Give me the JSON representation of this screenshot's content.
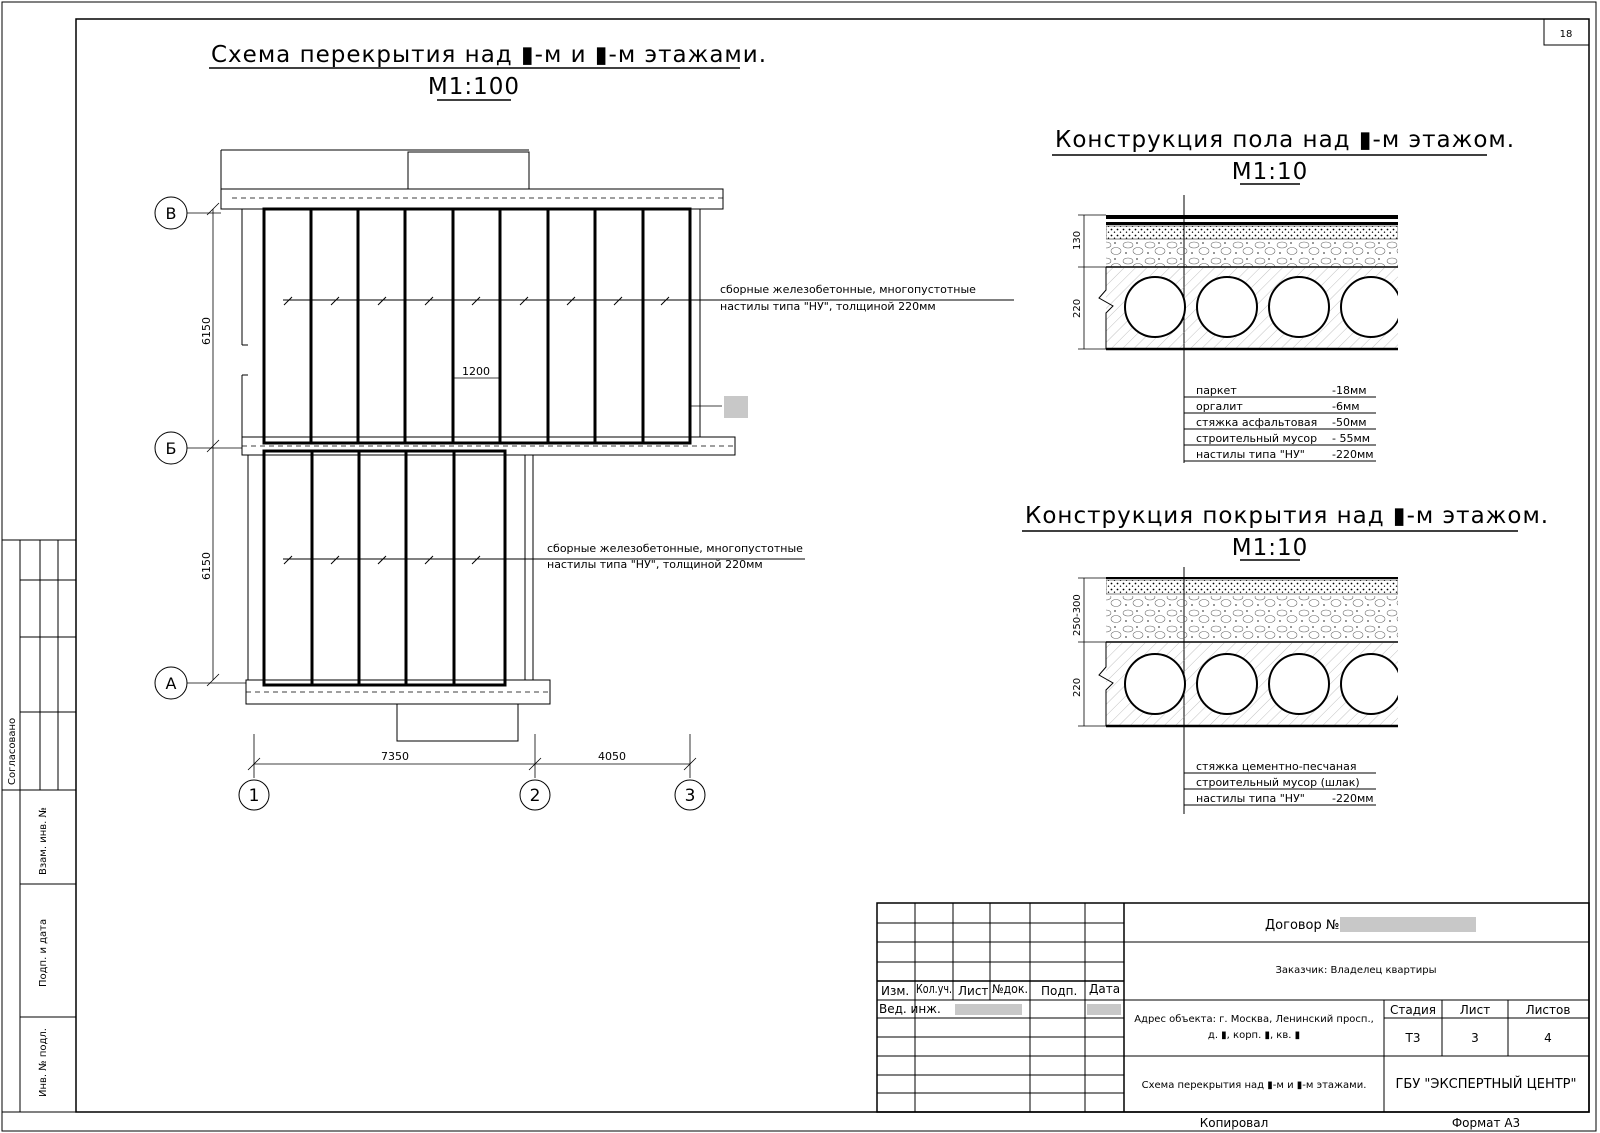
{
  "sheet_number": "18",
  "plan": {
    "title": "Схема перекрытия над ▮-м и ▮-м этажами.",
    "scale": "М1:100",
    "axes_rows": [
      "В",
      "Б",
      "А"
    ],
    "axes_cols": [
      "1",
      "2",
      "3"
    ],
    "dim_v_top": "6150",
    "dim_v_bottom": "6150",
    "dim_h_left": "7350",
    "dim_h_right": "4050",
    "dim_slab": "1200",
    "note_top_line1": "сборные железобетонные, многопустотные",
    "note_top_line2": "настилы типа \"НУ\", толщиной 220мм",
    "note_bottom_line1": "сборные железобетонные, многопустотные",
    "note_bottom_line2": "настилы типа \"НУ\", толщиной 220мм"
  },
  "floor_section": {
    "title": "Конструкция пола над ▮-м этажом.",
    "scale": "М1:10",
    "dim_top": "130",
    "dim_bottom": "220",
    "layers": [
      {
        "name": "паркет",
        "thickness": "-18мм"
      },
      {
        "name": "оргалит",
        "thickness": "-6мм"
      },
      {
        "name": "стяжка асфальтовая",
        "thickness": "-50мм"
      },
      {
        "name": "строительный мусор",
        "thickness": "- 55мм"
      },
      {
        "name": "настилы типа \"НУ\"",
        "thickness": "-220мм"
      }
    ]
  },
  "roof_section": {
    "title": "Конструкция покрытия над ▮-м этажом.",
    "scale": "М1:10",
    "dim_top": "250-300",
    "dim_bottom": "220",
    "layers": [
      {
        "name": "стяжка цементно-песчаная",
        "thickness": ""
      },
      {
        "name": "строительный мусор (шлак)",
        "thickness": ""
      },
      {
        "name": "настилы типа \"НУ\"",
        "thickness": "-220мм"
      }
    ]
  },
  "side_stamp": {
    "agreed": "Согласовано",
    "vzam": "Взам. инв. №",
    "podp_data": "Подп. и дата",
    "inv_podl": "Инв. № подл."
  },
  "title_block": {
    "col_izm": "Изм.",
    "col_koluch": "Кол.уч.",
    "col_list": "Лист",
    "col_ndok": "№док.",
    "col_podp": "Подп.",
    "col_data": "Дата",
    "ved_inzh": "Вед. инж.",
    "contract": "Договор №",
    "customer": "Заказчик: Владелец квартиры",
    "address_line1": "Адрес объекта: г. Москва, Ленинский просп.,",
    "address_line2": "д. ▮, корп. ▮, кв. ▮",
    "stage_label": "Стадия",
    "sheet_label": "Лист",
    "sheets_label": "Листов",
    "stage_value": "Т3",
    "sheet_value": "3",
    "sheets_value": "4",
    "drawing_name": "Схема перекрытия над ▮-м и ▮-м этажами.",
    "organization": "ГБУ \"ЭКСПЕРТНЫЙ ЦЕНТР\"",
    "copied": "Копировал",
    "format": "Формат А3"
  },
  "colors": {
    "ink": "#000000",
    "redaction": "#c8c8c8",
    "paper": "#ffffff"
  }
}
